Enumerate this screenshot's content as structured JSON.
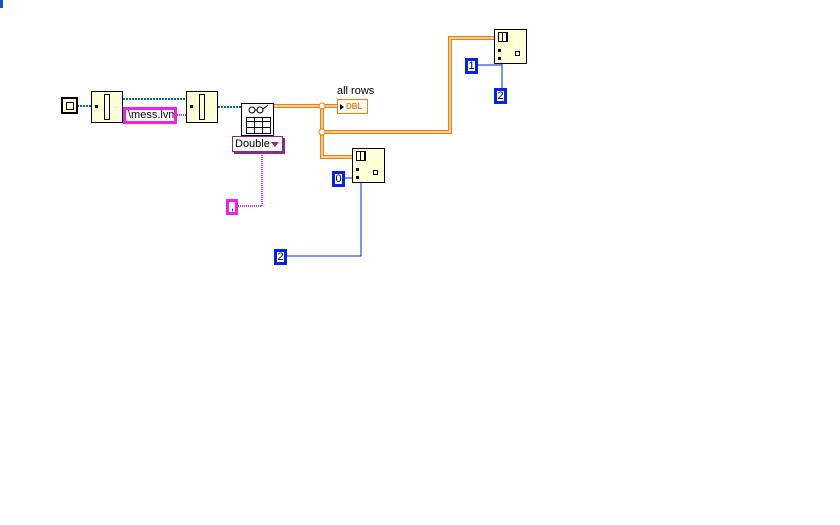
{
  "constants": {
    "file_path": "\\mess.lvm",
    "delimiter": ",",
    "type_selector": "Double",
    "index_row_0": "0",
    "index_col_bottom": "2",
    "index_row_1": "1",
    "index_col_top": "2"
  },
  "indicator": {
    "label": "all rows",
    "type": "DBL"
  },
  "colors": {
    "numeric_wire": "#0022ee",
    "string_wire": "#ee22ee",
    "double_array_wire": "#f08000",
    "path_wire": "#007070",
    "node_bg": "#ffffd8"
  }
}
